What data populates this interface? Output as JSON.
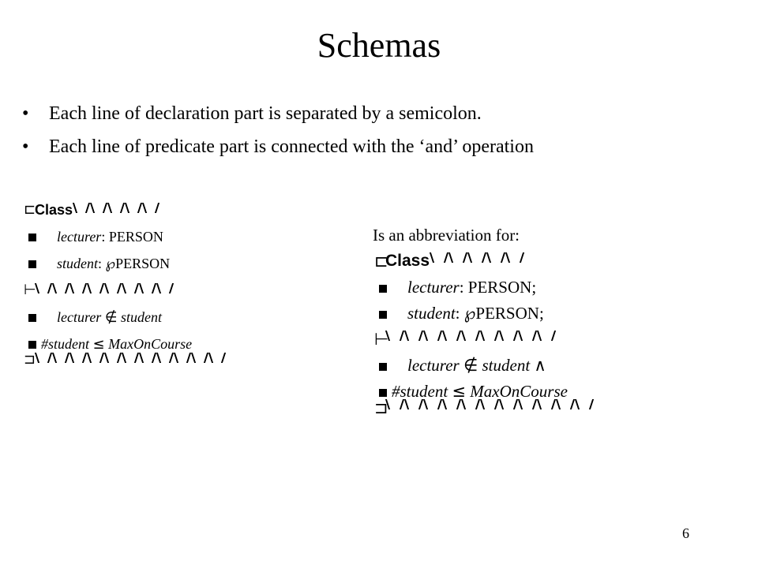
{
  "slide": {
    "title": "Schemas",
    "bullet_char": "•",
    "bullets": [
      "Each line of declaration part  is separated by a semicolon.",
      "Each line of  predicate part is connected with  the ‘and’ operation"
    ],
    "page_number": "6"
  },
  "left_schema": {
    "name": "Class",
    "decl1_var": "lecturer",
    "decl1_sep": ": ",
    "decl1_type": "PERSON",
    "decl2_var": "student",
    "decl2_sep": ": ",
    "decl2_powerset": "℘",
    "decl2_type": "PERSON",
    "pred1_lhs": "lecturer",
    "pred1_op": "∉",
    "pred1_rhs": "student",
    "pred2_lhs": "#student",
    "pred2_op": "≤",
    "pred2_rhs": "MaxOnCourse"
  },
  "abbreviation_label": "Is an abbreviation for:",
  "right_schema": {
    "name": "Class",
    "decl1_var": "lecturer",
    "decl1_sep": ": ",
    "decl1_type": "PERSON;",
    "decl2_var": "student",
    "decl2_sep": ": ",
    "decl2_powerset": "℘",
    "decl2_type": "PERSON;",
    "pred1_lhs": "lecturer",
    "pred1_op": "∉",
    "pred1_rhs": "student",
    "pred1_and": "∧",
    "pred2_lhs": "#student",
    "pred2_op": "≤",
    "pred2_rhs": "MaxOnCourse"
  },
  "glyphs": {
    "schema_start": "⊏",
    "schema_divider": "⊢",
    "schema_end": "⊐",
    "line_marker": "■"
  }
}
